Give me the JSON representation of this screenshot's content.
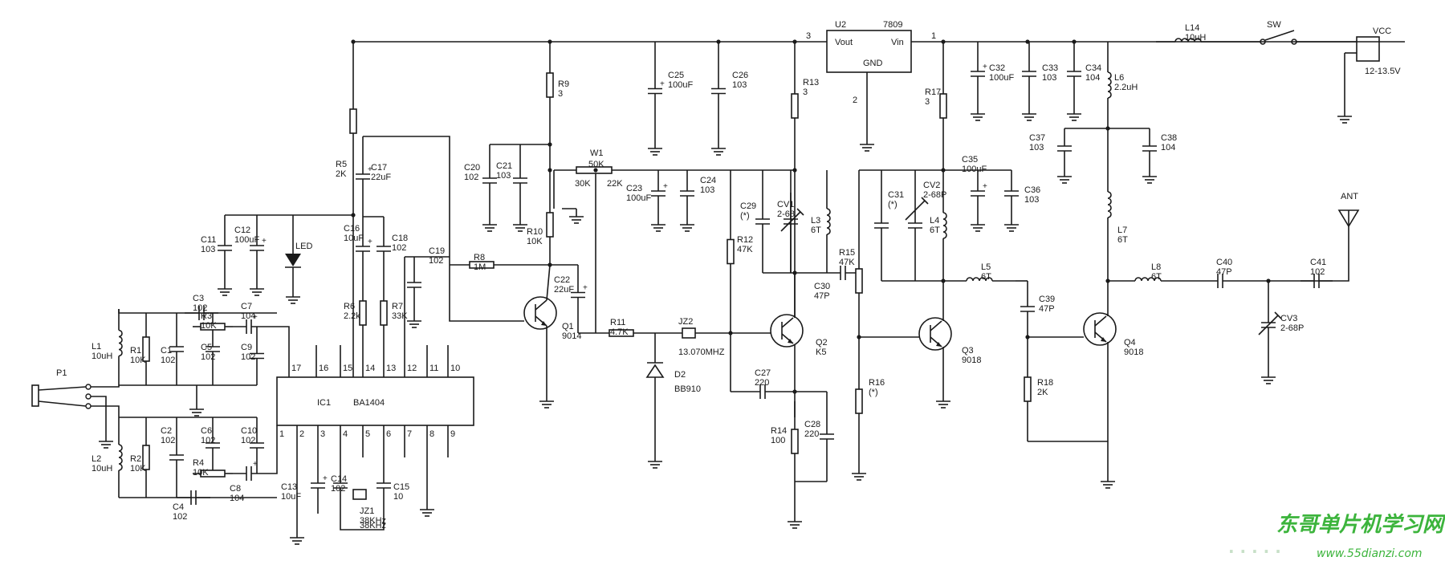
{
  "ic1": {
    "ref": "IC1",
    "part": "BA1404",
    "pins_top": [
      "17",
      "16",
      "15",
      "14",
      "13",
      "12",
      "11",
      "10"
    ],
    "pins_bottom": [
      "1",
      "2",
      "3",
      "4",
      "5",
      "6",
      "7",
      "8",
      "9"
    ]
  },
  "u2": {
    "ref": "U2",
    "part": "7809",
    "vout": "Vout",
    "vin": "Vin",
    "gnd": "GND",
    "pin_vout": "3",
    "pin_vin": "1",
    "pin_gnd": "2"
  },
  "p1": "P1",
  "vcc": {
    "label": "VCC",
    "range": "12-13.5V",
    "sw": "SW"
  },
  "ant": "ANT",
  "components": [
    {
      "ref": "L1",
      "val": "10uH"
    },
    {
      "ref": "R1",
      "val": "10K"
    },
    {
      "ref": "C1",
      "val": "102"
    },
    {
      "ref": "C3",
      "val": "102"
    },
    {
      "ref": "R3",
      "val": "10K"
    },
    {
      "ref": "C5",
      "val": "102"
    },
    {
      "ref": "C7",
      "val": "104"
    },
    {
      "ref": "C9",
      "val": "102"
    },
    {
      "ref": "L2",
      "val": "10uH"
    },
    {
      "ref": "R2",
      "val": "10K"
    },
    {
      "ref": "C2",
      "val": "102"
    },
    {
      "ref": "C6",
      "val": "102"
    },
    {
      "ref": "C10",
      "val": "102"
    },
    {
      "ref": "R4",
      "val": "10K"
    },
    {
      "ref": "C4",
      "val": "102"
    },
    {
      "ref": "C8",
      "val": "104"
    },
    {
      "ref": "C11",
      "val": "103"
    },
    {
      "ref": "C12",
      "val": "100uF"
    },
    {
      "ref": "LED",
      "val": ""
    },
    {
      "ref": "R5",
      "val": "2K"
    },
    {
      "ref": "C16",
      "val": "10uF"
    },
    {
      "ref": "C17",
      "val": "22uF"
    },
    {
      "ref": "C18",
      "val": "102"
    },
    {
      "ref": "R6",
      "val": "2.2k"
    },
    {
      "ref": "R7",
      "val": "33K"
    },
    {
      "ref": "C19",
      "val": "102"
    },
    {
      "ref": "C13",
      "val": "10uF"
    },
    {
      "ref": "C14",
      "val": "102"
    },
    {
      "ref": "JZ1",
      "val": "38KHz"
    },
    {
      "ref": "C15",
      "val": "10"
    },
    {
      "ref": "R9",
      "val": "3"
    },
    {
      "ref": "C20",
      "val": "102"
    },
    {
      "ref": "C21",
      "val": "103"
    },
    {
      "ref": "R10",
      "val": "10K"
    },
    {
      "ref": "R8",
      "val": "1M"
    },
    {
      "ref": "C22",
      "val": "22uF"
    },
    {
      "ref": "Q1",
      "val": "9014"
    },
    {
      "ref": "W1",
      "val": "50K"
    },
    {
      "ref": "W1_A",
      "val": "30K"
    },
    {
      "ref": "W1_B",
      "val": "22K"
    },
    {
      "ref": "C23",
      "val": "100uF"
    },
    {
      "ref": "C24",
      "val": "103"
    },
    {
      "ref": "C25",
      "val": "100uF"
    },
    {
      "ref": "C26",
      "val": "103"
    },
    {
      "ref": "R11",
      "val": "4.7K"
    },
    {
      "ref": "JZ2",
      "val": "13.070MHZ"
    },
    {
      "ref": "D2",
      "val": "BB910"
    },
    {
      "ref": "R12",
      "val": "47K"
    },
    {
      "ref": "C29",
      "val": "(*)"
    },
    {
      "ref": "CV1",
      "val": "2-68"
    },
    {
      "ref": "L3",
      "val": "6T"
    },
    {
      "ref": "R13",
      "val": "3"
    },
    {
      "ref": "Q2",
      "val": "K5"
    },
    {
      "ref": "C27",
      "val": "220"
    },
    {
      "ref": "R14",
      "val": "100"
    },
    {
      "ref": "C28",
      "val": "220"
    },
    {
      "ref": "C30",
      "val": "47P"
    },
    {
      "ref": "R15",
      "val": "47K"
    },
    {
      "ref": "R16",
      "val": "(*)"
    },
    {
      "ref": "C31",
      "val": "(*)"
    },
    {
      "ref": "CV2",
      "val": "2-68P"
    },
    {
      "ref": "L4",
      "val": "6T"
    },
    {
      "ref": "R17",
      "val": "3"
    },
    {
      "ref": "C35",
      "val": "100uF"
    },
    {
      "ref": "C36",
      "val": "103"
    },
    {
      "ref": "Q3",
      "val": "9018"
    },
    {
      "ref": "L5",
      "val": "6T"
    },
    {
      "ref": "C39",
      "val": "47P"
    },
    {
      "ref": "R18",
      "val": "2K"
    },
    {
      "ref": "Q4",
      "val": "9018"
    },
    {
      "ref": "C32",
      "val": "100uF"
    },
    {
      "ref": "C33",
      "val": "103"
    },
    {
      "ref": "C34",
      "val": "104"
    },
    {
      "ref": "L6",
      "val": "2.2uH"
    },
    {
      "ref": "C37",
      "val": "103"
    },
    {
      "ref": "C38",
      "val": "104"
    },
    {
      "ref": "L7",
      "val": "6T"
    },
    {
      "ref": "L8",
      "val": "6T"
    },
    {
      "ref": "C40",
      "val": "47P"
    },
    {
      "ref": "CV3",
      "val": "2-68P"
    },
    {
      "ref": "C41",
      "val": "102"
    },
    {
      "ref": "L14",
      "val": "10uH"
    }
  ],
  "watermark": {
    "cn": "东哥单片机学习网",
    "url": "www.55dianzi.com"
  }
}
